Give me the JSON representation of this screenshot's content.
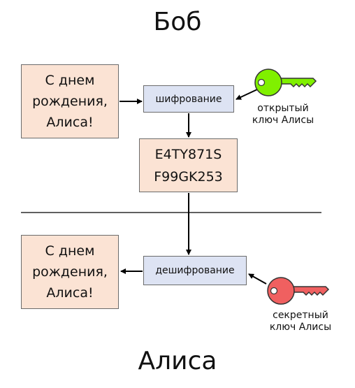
{
  "sender": {
    "name": "Боб"
  },
  "receiver": {
    "name": "Алиса"
  },
  "plaintext_top": {
    "lines": [
      "С днем",
      "рождения,",
      "Алиса!"
    ]
  },
  "plaintext_bottom": {
    "lines": [
      "С днем",
      "рождения,",
      "Алиса!"
    ]
  },
  "encrypt": {
    "label": "шифрование"
  },
  "decrypt": {
    "label": "дешифрование"
  },
  "ciphertext": {
    "lines": [
      "E4TY871S",
      "F99GK253"
    ]
  },
  "public_key": {
    "label_lines": [
      "открытый",
      "ключ Алисы"
    ],
    "icon": "key-icon",
    "color": "#80f000"
  },
  "private_key": {
    "label_lines": [
      "секретный",
      "ключ Алисы"
    ],
    "icon": "key-icon",
    "color": "#f06060"
  }
}
